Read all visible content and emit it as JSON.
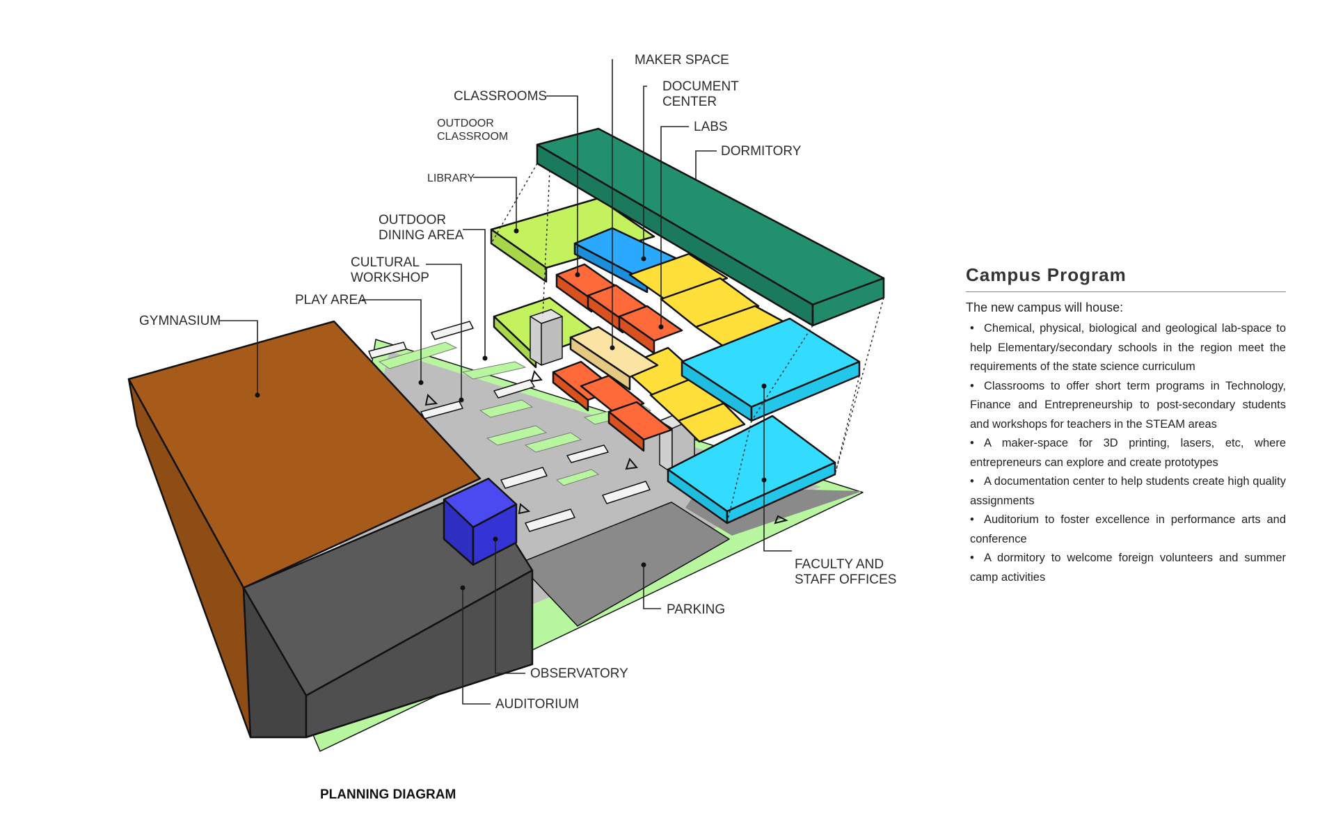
{
  "labels": {
    "maker_space": "MAKER SPACE",
    "classrooms": "CLASSROOMS",
    "document_center_1": "DOCUMENT",
    "document_center_2": "CENTER",
    "outdoor_classroom_1": "OUTDOOR",
    "outdoor_classroom_2": "CLASSROOM",
    "labs": "LABS",
    "dormitory": "DORMITORY",
    "library": "LIBRARY",
    "outdoor_dining_1": "OUTDOOR",
    "outdoor_dining_2": "DINING AREA",
    "cultural_workshop_1": "CULTURAL",
    "cultural_workshop_2": "WORKSHOP",
    "play_area": "PLAY AREA",
    "gymnasium": "GYMNASIUM",
    "faculty_offices_1": "FACULTY AND",
    "faculty_offices_2": "STAFF OFFICES",
    "parking": "PARKING",
    "observatory": "OBSERVATORY",
    "auditorium": "AUDITORIUM"
  },
  "caption": "PLANNING DIAGRAM",
  "colors": {
    "gymnasium": "#a65b1a",
    "auditorium": "#4f4f4f",
    "observatory": "#3434d6",
    "dormitory": "#218a68",
    "labs": "#ffe03a",
    "classrooms": "#ff6a3a",
    "maker_space": "#fbe3a3",
    "document_center": "#2aa9ff",
    "library": "#c3f25e",
    "offices": "#33dcff",
    "ground": "#b8f7a0",
    "paving": "#bdbdbd",
    "parking": "#8a8a8a"
  },
  "panel": {
    "title": "Campus Program",
    "intro": "The new campus will house:",
    "bullet": "•",
    "items": [
      "Chemical, physical, biological and geological lab-space to help Elementary/secondary schools in the region meet the requirements of the state science curriculum",
      "Classrooms to offer short term programs in Technology, Finance and Entrepreneurship to post-secondary students and workshops for teachers in the STEAM areas",
      "A maker-space for 3D printing, lasers, etc, where entrepreneurs can explore and create prototypes",
      "A documentation center to help students create high quality assignments",
      "Auditorium to foster excellence in performance arts and conference",
      "A dormitory to welcome foreign volunteers  and summer camp activities"
    ]
  }
}
